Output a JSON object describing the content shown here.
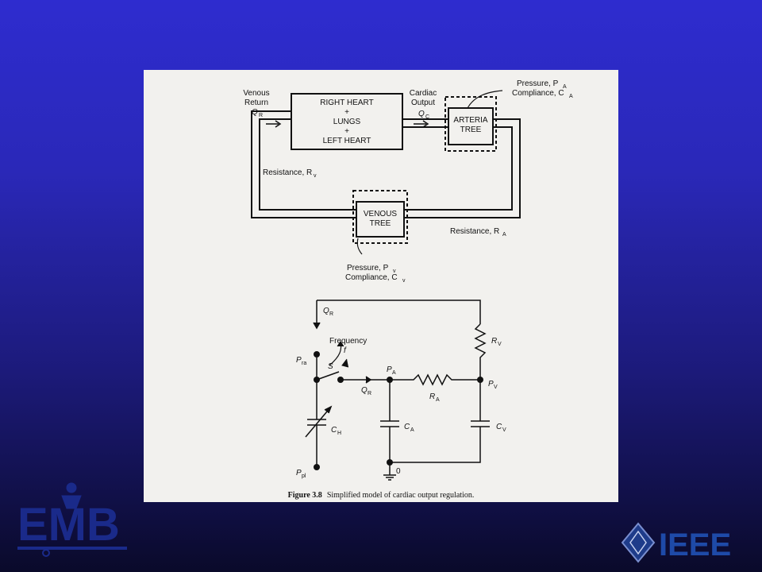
{
  "diagram": {
    "top": {
      "venous_return": "Venous",
      "venous_return_2": "Return",
      "q_r": "Q",
      "q_r_sub": "R",
      "heart_line1": "RIGHT HEART",
      "heart_plus1": "+",
      "heart_line2": "LUNGS",
      "heart_plus2": "+",
      "heart_line3": "LEFT HEART",
      "cardiac": "Cardiac",
      "output": "Output",
      "q_c": "Q",
      "q_c_sub": "C",
      "arteria_line1": "ARTERIA",
      "arteria_line2": "TREE",
      "pressure_a": "Pressure, P",
      "pressure_a_sub": "A",
      "compliance_a": "Compliance, C",
      "compliance_a_sub": "A",
      "resistance_v": "Resistance, R",
      "resistance_v_sub": "v",
      "venous_line1": "VENOUS",
      "venous_line2": "TREE",
      "resistance_a": "Resistance, R",
      "resistance_a_sub": "A",
      "pressure_v": "Pressure, P",
      "pressure_v_sub": "v",
      "compliance_v": "Compliance, C",
      "compliance_v_sub": "v"
    },
    "circuit": {
      "q_r_top": "Q",
      "q_r_top_sub": "R",
      "frequency": "Frequency",
      "f": "f",
      "r_v": "R",
      "r_v_sub": "V",
      "p_ra": "P",
      "p_ra_sub": "ra",
      "s": "S",
      "p_a": "P",
      "p_a_sub": "A",
      "q_r_mid": "Q",
      "q_r_mid_sub": "R",
      "r_a": "R",
      "r_a_sub": "A",
      "p_v": "P",
      "p_v_sub": "V",
      "c_h": "C",
      "c_h_sub": "H",
      "c_a": "C",
      "c_a_sub": "A",
      "c_v": "C",
      "c_v_sub": "V",
      "p_pl": "P",
      "p_pl_sub": "pl",
      "zero": "0"
    },
    "caption_label": "Figure 3.8",
    "caption_text": "Simplified model of cardiac output regulation."
  },
  "logos": {
    "emb": "EMB",
    "ieee": "IEEE"
  }
}
